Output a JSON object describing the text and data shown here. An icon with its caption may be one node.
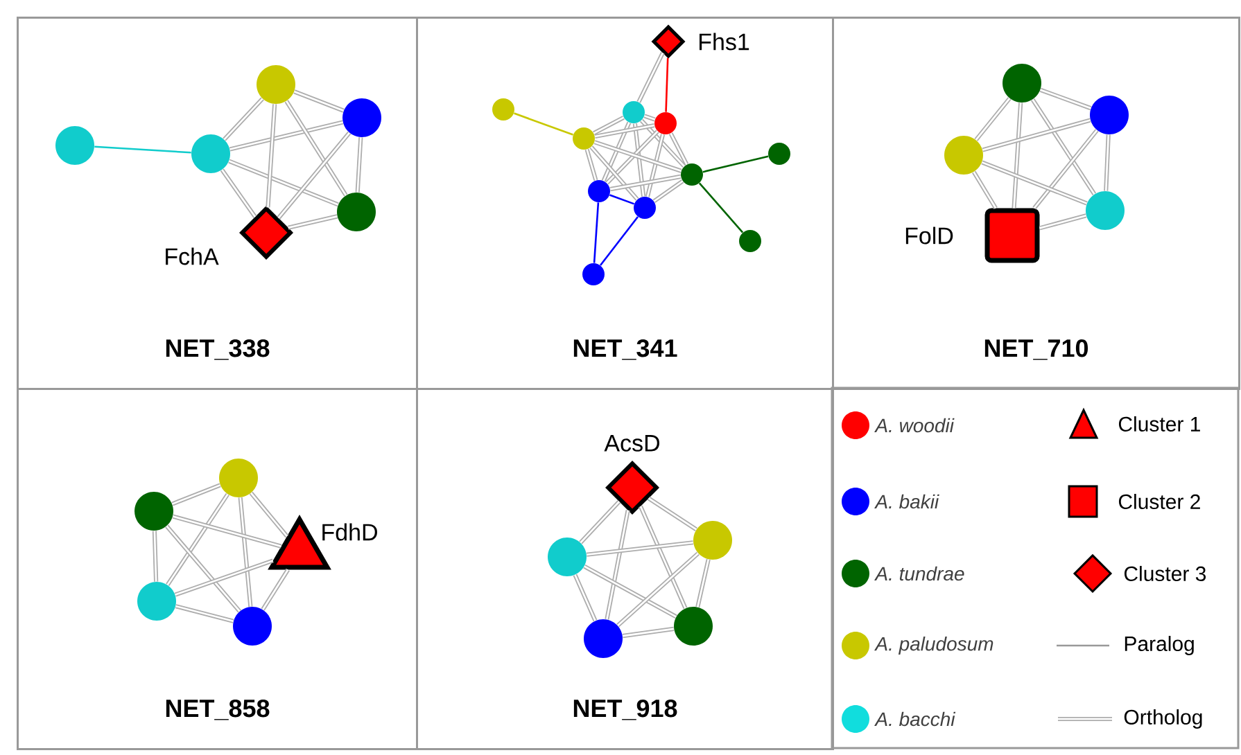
{
  "diagram": {
    "nodes": [
      {
        "text": [
          "NET_338"
        ]
      },
      {
        "text": [],
        "shape": "circle",
        "in": 0
      },
      {
        "text": [],
        "shape": "circle",
        "in": 0
      },
      {
        "text": [],
        "shape": "circle",
        "in": 0
      },
      {
        "text": [],
        "shape": "circle",
        "in": 0
      },
      {
        "text": [],
        "shape": "circle",
        "in": 0
      },
      {
        "text": [],
        "shape": "diamond",
        "in": 0,
        "beside": [
          "FchA"
        ]
      },
      {
        "text": [
          "NET_341"
        ]
      },
      {
        "text": [],
        "shape": "diamond",
        "in": 7,
        "beside": [
          "Fhs1"
        ]
      },
      {
        "text": [],
        "shape": "circle",
        "in": 7
      },
      {
        "text": [],
        "shape": "circle",
        "in": 7
      },
      {
        "text": [],
        "shape": "circle",
        "in": 7
      },
      {
        "text": [],
        "shape": "circle",
        "in": 7
      },
      {
        "text": [],
        "shape": "circle",
        "in": 7
      },
      {
        "text": [],
        "shape": "circle",
        "in": 7
      },
      {
        "text": [],
        "shape": "circle",
        "in": 7
      },
      {
        "text": [],
        "shape": "circle",
        "in": 7
      },
      {
        "text": [],
        "shape": "circle",
        "in": 7
      },
      {
        "text": [],
        "shape": "circle",
        "in": 7
      },
      {
        "text": [
          "NET_710"
        ]
      },
      {
        "text": [],
        "shape": "circle",
        "in": 19
      },
      {
        "text": [],
        "shape": "circle",
        "in": 19
      },
      {
        "text": [],
        "shape": "circle",
        "in": 19
      },
      {
        "text": [],
        "shape": "circle",
        "in": 19
      },
      {
        "text": [],
        "shape": "box",
        "in": 19,
        "beside": [
          "FolD"
        ]
      },
      {
        "text": [
          "NET_858"
        ]
      },
      {
        "text": [],
        "shape": "circle",
        "in": 25
      },
      {
        "text": [],
        "shape": "circle",
        "in": 25
      },
      {
        "text": [],
        "shape": "triangle",
        "in": 25,
        "beside": [
          "FdhD"
        ]
      },
      {
        "text": [],
        "shape": "circle",
        "in": 25
      },
      {
        "text": [],
        "shape": "circle",
        "in": 25
      },
      {
        "text": [
          "NET_918"
        ]
      },
      {
        "text": [],
        "shape": "diamond",
        "in": 31,
        "beside": [
          "AcsD"
        ]
      },
      {
        "text": [],
        "shape": "circle",
        "in": 31
      },
      {
        "text": [],
        "shape": "circle",
        "in": 31
      },
      {
        "text": [],
        "shape": "circle",
        "in": 31
      },
      {
        "text": [],
        "shape": "circle",
        "in": 31
      }
    ],
    "edges": [
      {
        "from": 1,
        "to": 2,
        "arrow": "none",
        "color": "#11cccc"
      },
      {
        "from": 2,
        "to": 3,
        "arrow": "none"
      },
      {
        "from": 2,
        "to": 4,
        "arrow": "none"
      },
      {
        "from": 2,
        "to": 5,
        "arrow": "none"
      },
      {
        "from": 2,
        "to": 6,
        "arrow": "none"
      },
      {
        "from": 3,
        "to": 4,
        "arrow": "none"
      },
      {
        "from": 3,
        "to": 5,
        "arrow": "none"
      },
      {
        "from": 3,
        "to": 6,
        "arrow": "none"
      },
      {
        "from": 4,
        "to": 5,
        "arrow": "none"
      },
      {
        "from": 4,
        "to": 6,
        "arrow": "none"
      },
      {
        "from": 5,
        "to": 6,
        "arrow": "none"
      },
      {
        "from": 8,
        "to": 10,
        "arrow": "none"
      },
      {
        "from": 8,
        "to": 11,
        "arrow": "none",
        "color": "#ff0000"
      },
      {
        "from": 9,
        "to": 12,
        "arrow": "none",
        "color": "#c8c800"
      },
      {
        "from": 13,
        "to": 14,
        "arrow": "none",
        "color": "#006400"
      },
      {
        "from": 17,
        "to": 14,
        "arrow": "none",
        "color": "#006400"
      },
      {
        "from": 15,
        "to": 16,
        "arrow": "none",
        "color": "#0000ff"
      },
      {
        "from": 15,
        "to": 18,
        "arrow": "none",
        "color": "#0000ff"
      },
      {
        "from": 16,
        "to": 18,
        "arrow": "none",
        "color": "#0000ff"
      },
      {
        "from": 10,
        "to": 11,
        "arrow": "none"
      },
      {
        "from": 10,
        "to": 12,
        "arrow": "none"
      },
      {
        "from": 10,
        "to": 14,
        "arrow": "none"
      },
      {
        "from": 10,
        "to": 15,
        "arrow": "none"
      },
      {
        "from": 10,
        "to": 16,
        "arrow": "none"
      },
      {
        "from": 11,
        "to": 12,
        "arrow": "none"
      },
      {
        "from": 11,
        "to": 14,
        "arrow": "none"
      },
      {
        "from": 11,
        "to": 15,
        "arrow": "none"
      },
      {
        "from": 11,
        "to": 16,
        "arrow": "none"
      },
      {
        "from": 12,
        "to": 14,
        "arrow": "none"
      },
      {
        "from": 12,
        "to": 15,
        "arrow": "none"
      },
      {
        "from": 12,
        "to": 16,
        "arrow": "none"
      },
      {
        "from": 14,
        "to": 15,
        "arrow": "none"
      },
      {
        "from": 14,
        "to": 16,
        "arrow": "none"
      },
      {
        "from": 20,
        "to": 21,
        "arrow": "none"
      },
      {
        "from": 20,
        "to": 22,
        "arrow": "none"
      },
      {
        "from": 20,
        "to": 23,
        "arrow": "none"
      },
      {
        "from": 20,
        "to": 24,
        "arrow": "none"
      },
      {
        "from": 21,
        "to": 22,
        "arrow": "none"
      },
      {
        "from": 21,
        "to": 23,
        "arrow": "none"
      },
      {
        "from": 21,
        "to": 24,
        "arrow": "none"
      },
      {
        "from": 22,
        "to": 23,
        "arrow": "none"
      },
      {
        "from": 22,
        "to": 24,
        "arrow": "none"
      },
      {
        "from": 23,
        "to": 24,
        "arrow": "none"
      },
      {
        "from": 26,
        "to": 27,
        "arrow": "none"
      },
      {
        "from": 26,
        "to": 28,
        "arrow": "none"
      },
      {
        "from": 26,
        "to": 29,
        "arrow": "none"
      },
      {
        "from": 26,
        "to": 30,
        "arrow": "none"
      },
      {
        "from": 27,
        "to": 28,
        "arrow": "none"
      },
      {
        "from": 27,
        "to": 29,
        "arrow": "none"
      },
      {
        "from": 27,
        "to": 30,
        "arrow": "none"
      },
      {
        "from": 28,
        "to": 29,
        "arrow": "none"
      },
      {
        "from": 28,
        "to": 30,
        "arrow": "none"
      },
      {
        "from": 29,
        "to": 30,
        "arrow": "none"
      },
      {
        "from": 32,
        "to": 33,
        "arrow": "none"
      },
      {
        "from": 32,
        "to": 34,
        "arrow": "none"
      },
      {
        "from": 32,
        "to": 35,
        "arrow": "none"
      },
      {
        "from": 32,
        "to": 36,
        "arrow": "none"
      },
      {
        "from": 33,
        "to": 34,
        "arrow": "none"
      },
      {
        "from": 33,
        "to": 35,
        "arrow": "none"
      },
      {
        "from": 33,
        "to": 36,
        "arrow": "none"
      },
      {
        "from": 34,
        "to": 35,
        "arrow": "none"
      },
      {
        "from": 34,
        "to": 36,
        "arrow": "none"
      },
      {
        "from": 35,
        "to": 36,
        "arrow": "none"
      }
    ],
    "legend": [
      {
        "text": "A. woodii",
        "color": "#ff0000"
      },
      {
        "text": "A. bakii",
        "color": "#0000ff"
      },
      {
        "text": "A. tundrae",
        "color": "#006400"
      },
      {
        "text": "A. paludosum",
        "color": "#c8c800"
      },
      {
        "text": "A. bacchi",
        "color": "#11dddd"
      },
      {
        "text": "Cluster 1"
      },
      {
        "text": "Cluster 2"
      },
      {
        "text": "Cluster 3"
      },
      {
        "text": "Paralog"
      },
      {
        "text": "Ortholog"
      }
    ]
  }
}
